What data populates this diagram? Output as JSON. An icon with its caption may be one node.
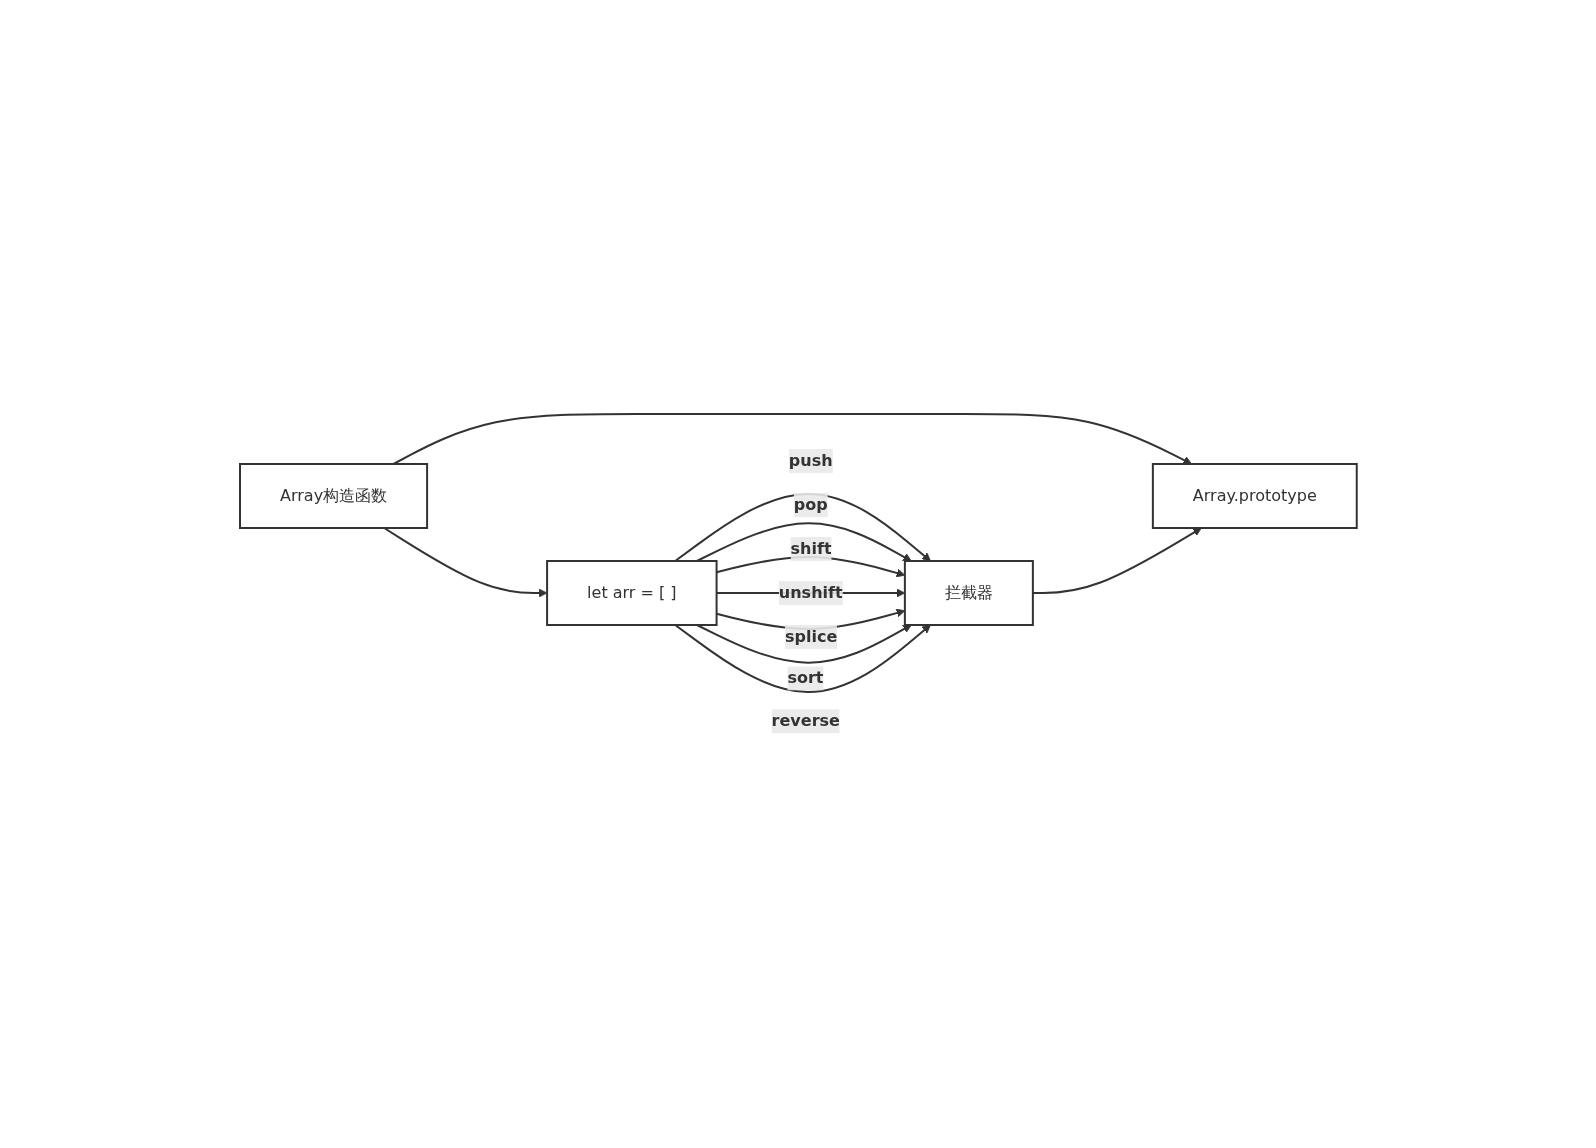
{
  "diagram": {
    "nodes": [
      {
        "text": [
          "Array构造函数"
        ]
      },
      {
        "text": [
          "Array.prototype"
        ]
      },
      {
        "text": [
          "let arr = [ ]"
        ]
      },
      {
        "text": [
          "拦截器"
        ]
      }
    ],
    "edges": [
      {
        "from": 0,
        "to": 1,
        "arrow": "to"
      },
      {
        "from": 0,
        "to": 2,
        "arrow": "to"
      },
      {
        "from": 3,
        "to": 1,
        "arrow": "to"
      },
      {
        "from": 2,
        "to": 3,
        "arrow": "to",
        "label": "push"
      },
      {
        "from": 2,
        "to": 3,
        "arrow": "to",
        "label": "pop"
      },
      {
        "from": 2,
        "to": 3,
        "arrow": "to",
        "label": "shift"
      },
      {
        "from": 2,
        "to": 3,
        "arrow": "to",
        "label": "unshift"
      },
      {
        "from": 2,
        "to": 3,
        "arrow": "to",
        "label": "splice"
      },
      {
        "from": 2,
        "to": 3,
        "arrow": "to",
        "label": "sort"
      },
      {
        "from": 2,
        "to": 3,
        "arrow": "to",
        "label": "reverse"
      }
    ]
  }
}
